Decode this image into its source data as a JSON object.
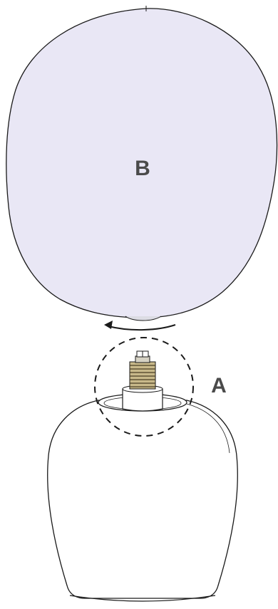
{
  "labels": {
    "shade": "B",
    "socket": "A"
  },
  "colors": {
    "shade_fill": "#e9e7f5",
    "outline": "#1a1a1a",
    "label": "#4a4a4a",
    "thread": "#8a7a55"
  },
  "icons": {
    "rotation_arrow": "counterclockwise-arrow-icon",
    "detail_circle": "dashed-detail-circle"
  }
}
